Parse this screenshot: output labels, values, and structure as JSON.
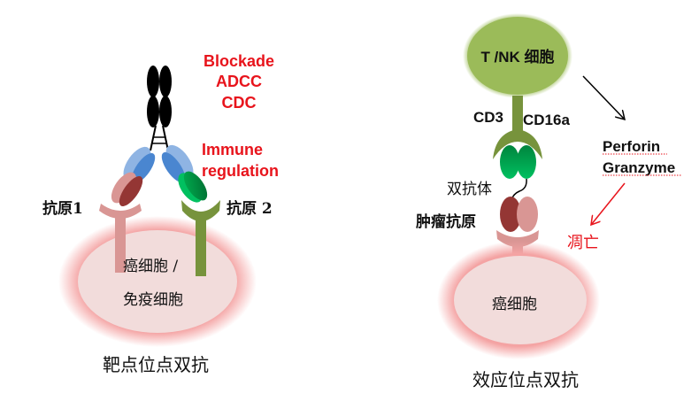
{
  "left_panel": {
    "caption": "靶点位点双抗",
    "functions": [
      "Blockade",
      "ADCC",
      "CDC"
    ],
    "immune_line1": "Immune",
    "immune_line2": "regulation",
    "antigen1_label": "抗原1",
    "antigen2_label": "抗原 2",
    "cell_line1": "癌细胞 /",
    "cell_line2": "免疫细胞"
  },
  "right_panel": {
    "caption": "效应位点双抗",
    "effector_cell": "T /NK 细胞",
    "receptor1": "CD3",
    "receptor2": "CD16a",
    "bispecific_label": "双抗体",
    "tumor_antigen_label": "肿瘤抗原",
    "tumor_cell": "癌细胞",
    "cytotoxin1": "Perforin",
    "cytotoxin2": "Granzyme",
    "outcome": "凋亡"
  },
  "colors": {
    "red_text": "#e8141c",
    "fc_black": "#000000",
    "light_blue": "#8fb4e3",
    "mid_blue": "#4a86d0",
    "light_pink": "#d99694",
    "dark_red": "#943634",
    "green": "#00a550",
    "olive": "#77933c",
    "cell_fill": "#f2dcdb",
    "cell_glow": "#f4a3a3",
    "effector_green": "#9bbb59"
  }
}
